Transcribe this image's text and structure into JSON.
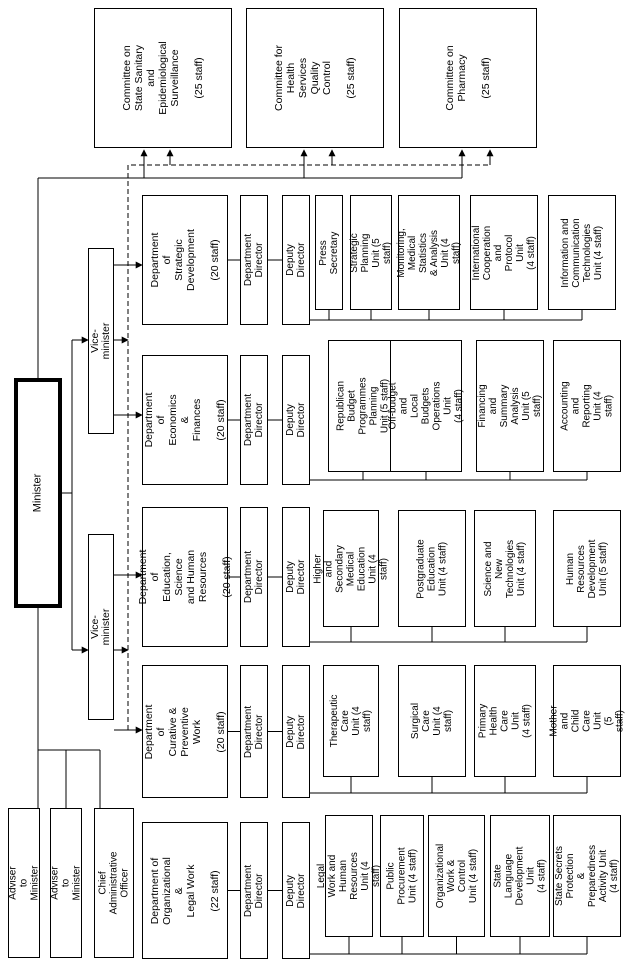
{
  "minister": "Minister",
  "vice_ministers": [
    "Vice-minister",
    "Vice-minister"
  ],
  "advisers": [
    "Adviser to Minister",
    "Adviser to Minister",
    "Chief Administrative\nOfficer"
  ],
  "committees": [
    "Committee on\nState Sanitary\nand Epidemiological\nSurveillance\n\n(25 staff)",
    "Committee for\nHealth Services\nQuality Control\n\n(25 staff)",
    "Committee on\nPharmacy\n\n(25 staff)"
  ],
  "departments": [
    {
      "name": "Department of\nStrategic\nDevelopment\n\n(20 staff)",
      "director": "Department Director",
      "deputy": "Deputy Director",
      "units": [
        "Press Secretary",
        "Strategic Planning\nUnit (5 staff)",
        "Monitoring,\nMedical Statistics\n& Analysis\nUnit (4 staff)",
        "International\nCooperation and\nProtocol Unit\n(4 staff)",
        "Information and\nCommunication\nTechnologies\nUnit (4 staff)"
      ]
    },
    {
      "name": "Department of\nEconomics &\nFinances\n\n(20 staff)",
      "director": "Department Director",
      "deputy": "Deputy Director",
      "units": [
        "Republican Budget\nProgrammes Planning\nUnit (5 staff)",
        "Off-budget and\nLocal Budgets\nOperations Unit\n(4 staff)",
        "Financing and\nSummary Analysis\nUnit (5 staff)",
        "Accounting and\nReporting\nUnit (4 staff)"
      ]
    },
    {
      "name": "Department of\nEducation, Science\nand Human Resources\n\n(20 staff)",
      "director": "Department Director",
      "deputy": "Deputy Director",
      "units": [
        "Higher and\nSecondary Medical\nEducation\nUnit (4 staff)",
        "Postgraduate\nEducation\nUnit (4 staff)",
        "Science and New\nTechnologies\nUnit (4 staff)",
        "Human Resources\nDevelopment\nUnit (5 staff)"
      ]
    },
    {
      "name": "Department of\nCurative &\nPreventive Work\n\n(20 staff)",
      "director": "Department Director",
      "deputy": "Deputy Director",
      "units": [
        "Therapeutic\nCare\nUnit (4 staff)",
        "Surgical Care\nUnit (4 staff)",
        "Primary Health\nCare Unit\n(4 staff)",
        "Mother and\nChild Care Unit\n(5 staff)"
      ]
    },
    {
      "name": "Department of\nOrganizational &\nLegal Work\n\n(22 staff)",
      "director": "Department Director",
      "deputy": "Deputy Director",
      "units": [
        "Legal Work and\nHuman Resources\nUnit (4 staff)",
        "Public Procurement\nUnit (4 staff)",
        "Organizational\nWork & Control\nUnit (4 staff)",
        "State Language\nDevelopment Unit\n(4 staff)",
        "State Secrets\nProtection\n& Preparedness\nActivity Unit (4 staff)"
      ]
    }
  ]
}
